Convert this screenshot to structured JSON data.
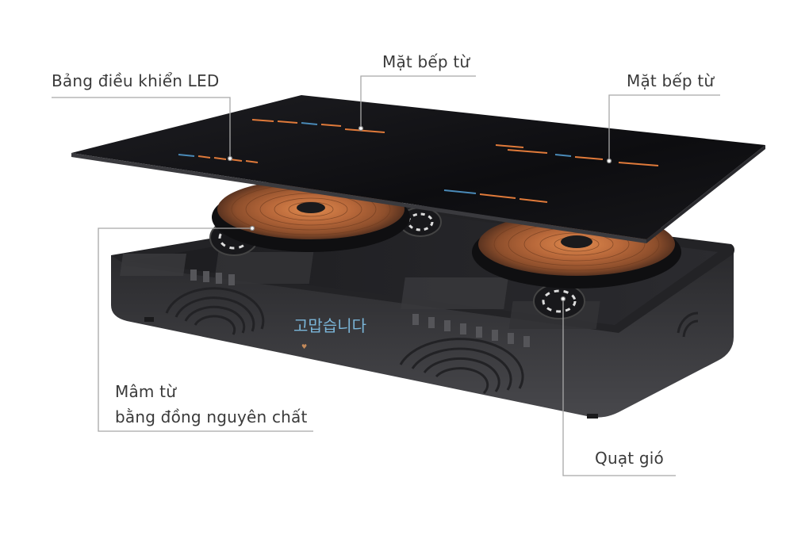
{
  "callouts": {
    "led_panel": "Bảng điều khiển LED",
    "cooktop_left": "Mặt bếp từ",
    "cooktop_right": "Mặt bếp từ",
    "copper_coil_line1": "Mâm từ",
    "copper_coil_line2": "bằng đồng nguyên chất",
    "fan": "Quạt gió"
  },
  "logo_text": "고맙습니다",
  "colors": {
    "glass": "#111114",
    "base": "#3b3b3e",
    "copper": "#b86a3c",
    "leader": "#a8a8a8",
    "text": "#3a3a3a"
  }
}
